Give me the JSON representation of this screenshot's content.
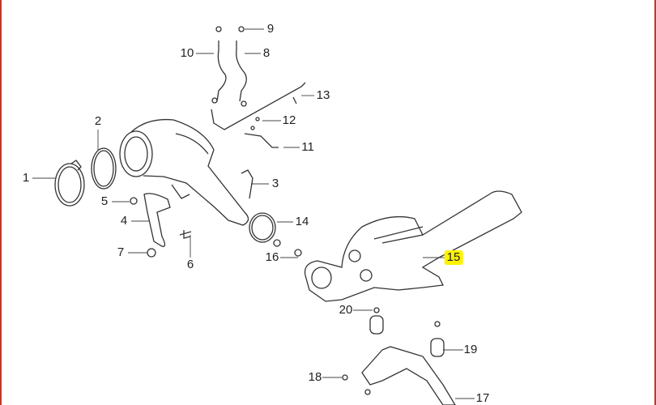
{
  "diagram": {
    "title": "Exhaust catalytic converter / particulate filter parts diagram",
    "highlight_color": "#fff200",
    "callouts": [
      "1",
      "2",
      "3",
      "4",
      "5",
      "6",
      "7",
      "8",
      "9",
      "10",
      "11",
      "12",
      "13",
      "14",
      "15",
      "16",
      "17",
      "18",
      "19",
      "20"
    ],
    "highlighted_callout": "15"
  }
}
